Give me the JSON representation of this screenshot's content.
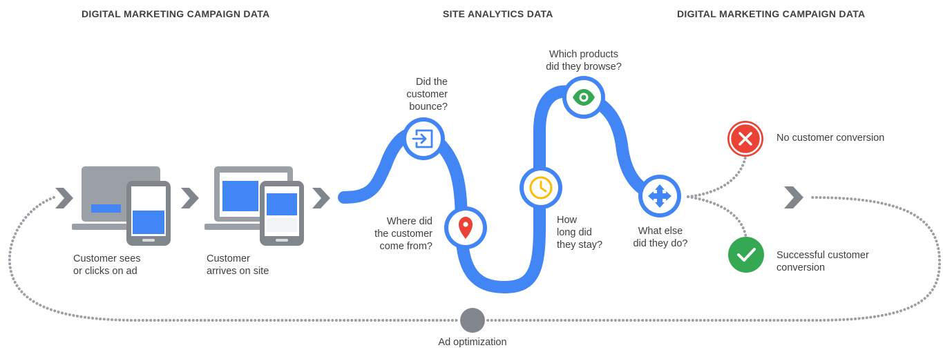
{
  "headers": {
    "left": "DIGITAL MARKETING CAMPAIGN DATA",
    "center": "SITE ANALYTICS DATA",
    "right": "DIGITAL MARKETING CAMPAIGN DATA"
  },
  "steps": {
    "sees_ad": "Customer sees\nor clicks on ad",
    "arrives": "Customer\narrives on site"
  },
  "questions": {
    "bounce": "Did the\ncustomer\nbounce?",
    "came_from": "Where did\nthe customer\ncome from?",
    "stay": "How\nlong did\nthey stay?",
    "browse": "Which products\ndid they browse?",
    "else": "What else\ndid they do?"
  },
  "outcomes": {
    "no_conversion": "No customer conversion",
    "success": "Successful customer\nconversion"
  },
  "loop": {
    "label": "Ad optimization"
  },
  "colors": {
    "blue": "#4285f4",
    "gray": "#9aa0a6",
    "dark_gray": "#80868b",
    "red": "#ea4335",
    "green": "#34a853",
    "yellow": "#fbbc04",
    "text": "#3c4043"
  },
  "icons": {
    "bounce": "exit-arrow-icon",
    "came_from": "location-pin-icon",
    "stay": "clock-icon",
    "browse": "eye-icon",
    "else": "move-arrows-icon",
    "no_conversion": "x-icon",
    "success": "check-icon"
  }
}
